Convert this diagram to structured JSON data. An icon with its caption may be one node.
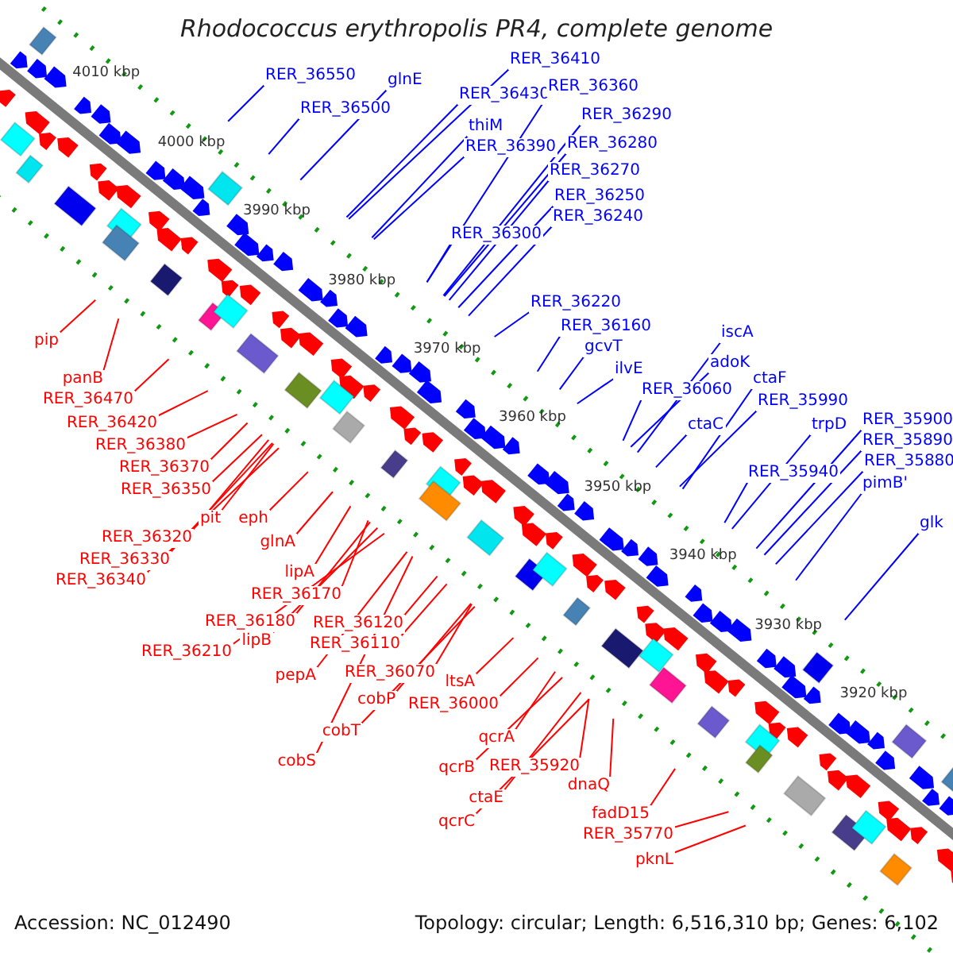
{
  "diagram": {
    "title": "Rhodococcus erythropolis PR4, complete genome",
    "nodes": [
      {
        "text": [
          "RER_36550"
        ]
      },
      {
        "text": [
          "glnE"
        ]
      },
      {
        "text": [
          "RER_36500"
        ]
      },
      {
        "text": [
          "RER_36410"
        ]
      },
      {
        "text": [
          "RER_36430"
        ]
      },
      {
        "text": [
          "RER_36360"
        ]
      },
      {
        "text": [
          "thiM"
        ]
      },
      {
        "text": [
          "RER_36390"
        ]
      },
      {
        "text": [
          "RER_36290"
        ]
      },
      {
        "text": [
          "RER_36280"
        ]
      },
      {
        "text": [
          "RER_36270"
        ]
      },
      {
        "text": [
          "RER_36250"
        ]
      },
      {
        "text": [
          "RER_36240"
        ]
      },
      {
        "text": [
          "RER_36300"
        ]
      },
      {
        "text": [
          "RER_36220"
        ]
      },
      {
        "text": [
          "RER_36160"
        ]
      },
      {
        "text": [
          "gcvT"
        ]
      },
      {
        "text": [
          "ilvE"
        ]
      },
      {
        "text": [
          "iscA"
        ]
      },
      {
        "text": [
          "adoK"
        ]
      },
      {
        "text": [
          "ctaF"
        ]
      },
      {
        "text": [
          "RER_36060"
        ]
      },
      {
        "text": [
          "RER_35990"
        ]
      },
      {
        "text": [
          "ctaC"
        ]
      },
      {
        "text": [
          "trpD"
        ]
      },
      {
        "text": [
          "RER_35900"
        ]
      },
      {
        "text": [
          "RER_35890"
        ]
      },
      {
        "text": [
          "RER_35940"
        ]
      },
      {
        "text": [
          "RER_35880"
        ]
      },
      {
        "text": [
          "pimB'"
        ]
      },
      {
        "text": [
          "glk"
        ]
      },
      {
        "text": [
          "pip"
        ]
      },
      {
        "text": [
          "panB"
        ]
      },
      {
        "text": [
          "RER_36470"
        ]
      },
      {
        "text": [
          "RER_36420"
        ]
      },
      {
        "text": [
          "RER_36380"
        ]
      },
      {
        "text": [
          "RER_36370"
        ]
      },
      {
        "text": [
          "RER_36350"
        ]
      },
      {
        "text": [
          "pit"
        ]
      },
      {
        "text": [
          "eph"
        ]
      },
      {
        "text": [
          "RER_36320"
        ]
      },
      {
        "text": [
          "glnA"
        ]
      },
      {
        "text": [
          "RER_36330"
        ]
      },
      {
        "text": [
          "RER_36340"
        ]
      },
      {
        "text": [
          "lipA"
        ]
      },
      {
        "text": [
          "RER_36170"
        ]
      },
      {
        "text": [
          "RER_36180"
        ]
      },
      {
        "text": [
          "lipB"
        ]
      },
      {
        "text": [
          "RER_36210"
        ]
      },
      {
        "text": [
          "RER_36120"
        ]
      },
      {
        "text": [
          "RER_36110"
        ]
      },
      {
        "text": [
          "pepA"
        ]
      },
      {
        "text": [
          "RER_36070"
        ]
      },
      {
        "text": [
          "ltsA"
        ]
      },
      {
        "text": [
          "cobP"
        ]
      },
      {
        "text": [
          "RER_36000"
        ]
      },
      {
        "text": [
          "cobT"
        ]
      },
      {
        "text": [
          "qcrA"
        ]
      },
      {
        "text": [
          "cobS"
        ]
      },
      {
        "text": [
          "qcrB"
        ]
      },
      {
        "text": [
          "RER_35920"
        ]
      },
      {
        "text": [
          "dnaQ"
        ]
      },
      {
        "text": [
          "ctaE"
        ]
      },
      {
        "text": [
          "qcrC"
        ]
      },
      {
        "text": [
          "fadD15"
        ]
      },
      {
        "text": [
          "RER_35770"
        ]
      },
      {
        "text": [
          "pknL"
        ]
      }
    ],
    "edges": [
      {
        "from": 0,
        "to": null,
        "arrow": "none",
        "color": "#0000ff"
      },
      {
        "from": 1,
        "to": null,
        "arrow": "none",
        "color": "#0000ff"
      },
      {
        "from": 2,
        "to": null,
        "arrow": "none",
        "color": "#0000ff"
      },
      {
        "from": 3,
        "to": null,
        "arrow": "none",
        "color": "#0000ff"
      },
      {
        "from": 4,
        "to": null,
        "arrow": "none",
        "color": "#0000ff"
      },
      {
        "from": 5,
        "to": null,
        "arrow": "none",
        "color": "#0000ff"
      },
      {
        "from": 6,
        "to": null,
        "arrow": "none",
        "color": "#0000ff"
      },
      {
        "from": 7,
        "to": null,
        "arrow": "none",
        "color": "#0000ff"
      },
      {
        "from": 8,
        "to": null,
        "arrow": "none",
        "color": "#0000ff"
      },
      {
        "from": 9,
        "to": null,
        "arrow": "none",
        "color": "#0000ff"
      },
      {
        "from": 10,
        "to": null,
        "arrow": "none",
        "color": "#0000ff"
      },
      {
        "from": 11,
        "to": null,
        "arrow": "none",
        "color": "#0000ff"
      },
      {
        "from": 12,
        "to": null,
        "arrow": "none",
        "color": "#0000ff"
      },
      {
        "from": 13,
        "to": null,
        "arrow": "none",
        "color": "#0000ff"
      },
      {
        "from": 14,
        "to": null,
        "arrow": "none",
        "color": "#0000ff"
      },
      {
        "from": 15,
        "to": null,
        "arrow": "none",
        "color": "#0000ff"
      },
      {
        "from": 16,
        "to": null,
        "arrow": "none",
        "color": "#0000ff"
      },
      {
        "from": 17,
        "to": null,
        "arrow": "none",
        "color": "#0000ff"
      },
      {
        "from": 18,
        "to": null,
        "arrow": "none",
        "color": "#0000ff"
      },
      {
        "from": 19,
        "to": null,
        "arrow": "none",
        "color": "#0000ff"
      },
      {
        "from": 20,
        "to": null,
        "arrow": "none",
        "color": "#0000ff"
      },
      {
        "from": 21,
        "to": null,
        "arrow": "none",
        "color": "#0000ff"
      },
      {
        "from": 22,
        "to": null,
        "arrow": "none",
        "color": "#0000ff"
      },
      {
        "from": 23,
        "to": null,
        "arrow": "none",
        "color": "#0000ff"
      },
      {
        "from": 24,
        "to": null,
        "arrow": "none",
        "color": "#0000ff"
      },
      {
        "from": 25,
        "to": null,
        "arrow": "none",
        "color": "#0000ff"
      },
      {
        "from": 26,
        "to": null,
        "arrow": "none",
        "color": "#0000ff"
      },
      {
        "from": 27,
        "to": null,
        "arrow": "none",
        "color": "#0000ff"
      },
      {
        "from": 28,
        "to": null,
        "arrow": "none",
        "color": "#0000ff"
      },
      {
        "from": 29,
        "to": null,
        "arrow": "none",
        "color": "#0000ff"
      },
      {
        "from": 30,
        "to": null,
        "arrow": "none",
        "color": "#0000ff"
      },
      {
        "from": 31,
        "to": null,
        "arrow": "none"
      },
      {
        "from": 32,
        "to": null,
        "arrow": "none"
      },
      {
        "from": 33,
        "to": null,
        "arrow": "none"
      },
      {
        "from": 34,
        "to": null,
        "arrow": "none"
      },
      {
        "from": 35,
        "to": null,
        "arrow": "none"
      },
      {
        "from": 36,
        "to": null,
        "arrow": "none"
      },
      {
        "from": 37,
        "to": null,
        "arrow": "none"
      },
      {
        "from": 38,
        "to": null,
        "arrow": "none"
      },
      {
        "from": 39,
        "to": null,
        "arrow": "none"
      },
      {
        "from": 40,
        "to": null,
        "arrow": "none"
      },
      {
        "from": 41,
        "to": null,
        "arrow": "none"
      },
      {
        "from": 42,
        "to": null,
        "arrow": "none"
      },
      {
        "from": 43,
        "to": null,
        "arrow": "none"
      },
      {
        "from": 44,
        "to": null,
        "arrow": "none"
      },
      {
        "from": 45,
        "to": null,
        "arrow": "none"
      },
      {
        "from": 46,
        "to": null,
        "arrow": "none"
      },
      {
        "from": 47,
        "to": null,
        "arrow": "none"
      },
      {
        "from": 48,
        "to": null,
        "arrow": "none"
      },
      {
        "from": 49,
        "to": null,
        "arrow": "none"
      },
      {
        "from": 50,
        "to": null,
        "arrow": "none"
      },
      {
        "from": 51,
        "to": null,
        "arrow": "none"
      },
      {
        "from": 52,
        "to": null,
        "arrow": "none"
      },
      {
        "from": 53,
        "to": null,
        "arrow": "none"
      },
      {
        "from": 54,
        "to": null,
        "arrow": "none"
      },
      {
        "from": 55,
        "to": null,
        "arrow": "none"
      },
      {
        "from": 56,
        "to": null,
        "arrow": "none"
      },
      {
        "from": 57,
        "to": null,
        "arrow": "none"
      },
      {
        "from": 58,
        "to": null,
        "arrow": "none"
      },
      {
        "from": 59,
        "to": null,
        "arrow": "none"
      },
      {
        "from": 60,
        "to": null,
        "arrow": "none"
      },
      {
        "from": 61,
        "to": null,
        "arrow": "none"
      },
      {
        "from": 62,
        "to": null,
        "arrow": "none"
      },
      {
        "from": 63,
        "to": null,
        "arrow": "none"
      },
      {
        "from": 64,
        "to": null,
        "arrow": "none"
      },
      {
        "from": 65,
        "to": null,
        "arrow": "none"
      },
      {
        "from": 66,
        "to": null,
        "arrow": "none"
      }
    ],
    "labels": [
      "4010 kbp",
      "4000 kbp",
      "3990 kbp",
      "3980 kbp",
      "3970 kbp",
      "3960 kbp",
      "3950 kbp",
      "3940 kbp",
      "3930 kbp",
      "3920 kbp",
      "Accession: NC_012490",
      "Topology: circular; Length: 6,516,310 bp; Genes: 6,102"
    ]
  }
}
